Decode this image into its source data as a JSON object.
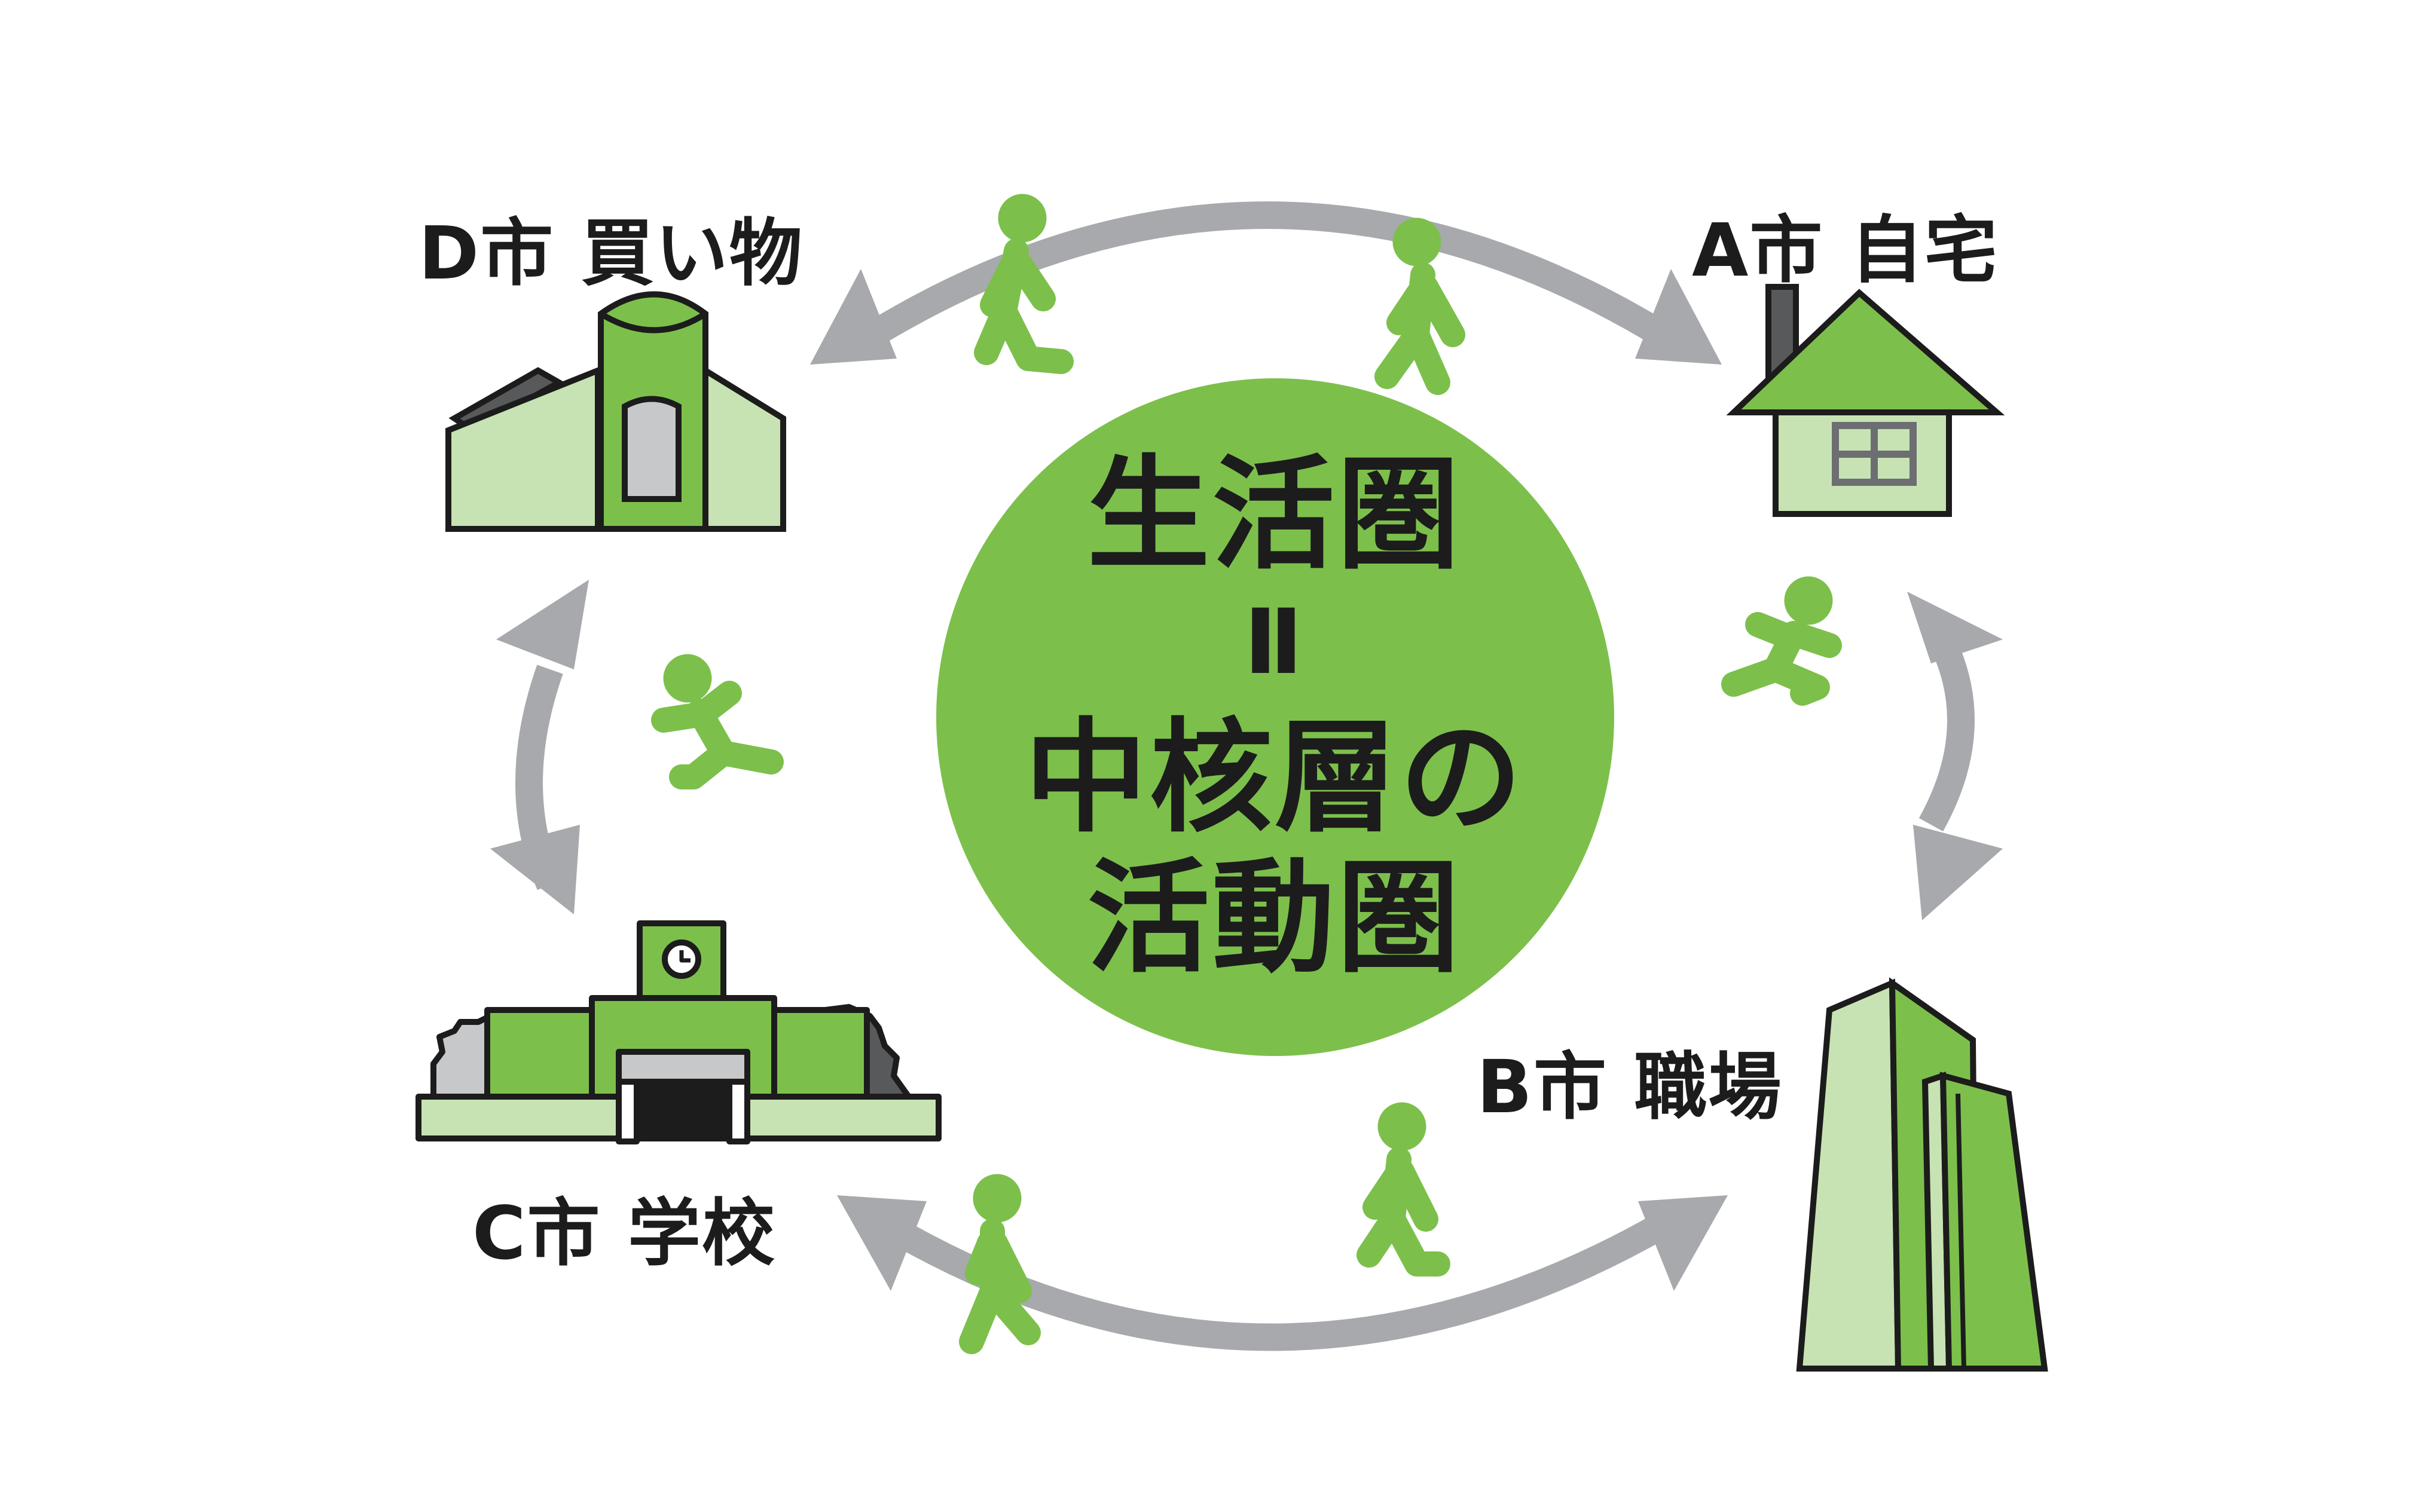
{
  "center": {
    "line1": "生活圏",
    "line2": "Ⅱ",
    "line3": "中核層の",
    "line4": "活動圏"
  },
  "nodes": {
    "home": {
      "label": "A市 自宅"
    },
    "work": {
      "label": "B市 職場"
    },
    "school": {
      "label": "C市 学校"
    },
    "shopping": {
      "label": "D市 買い物"
    }
  },
  "colors": {
    "green": "#7cc04b",
    "light_green": "#c8e3b3",
    "arrow_gray": "#a7a9ac",
    "dark_gray": "#58595b",
    "outline": "#1c1c1c"
  }
}
